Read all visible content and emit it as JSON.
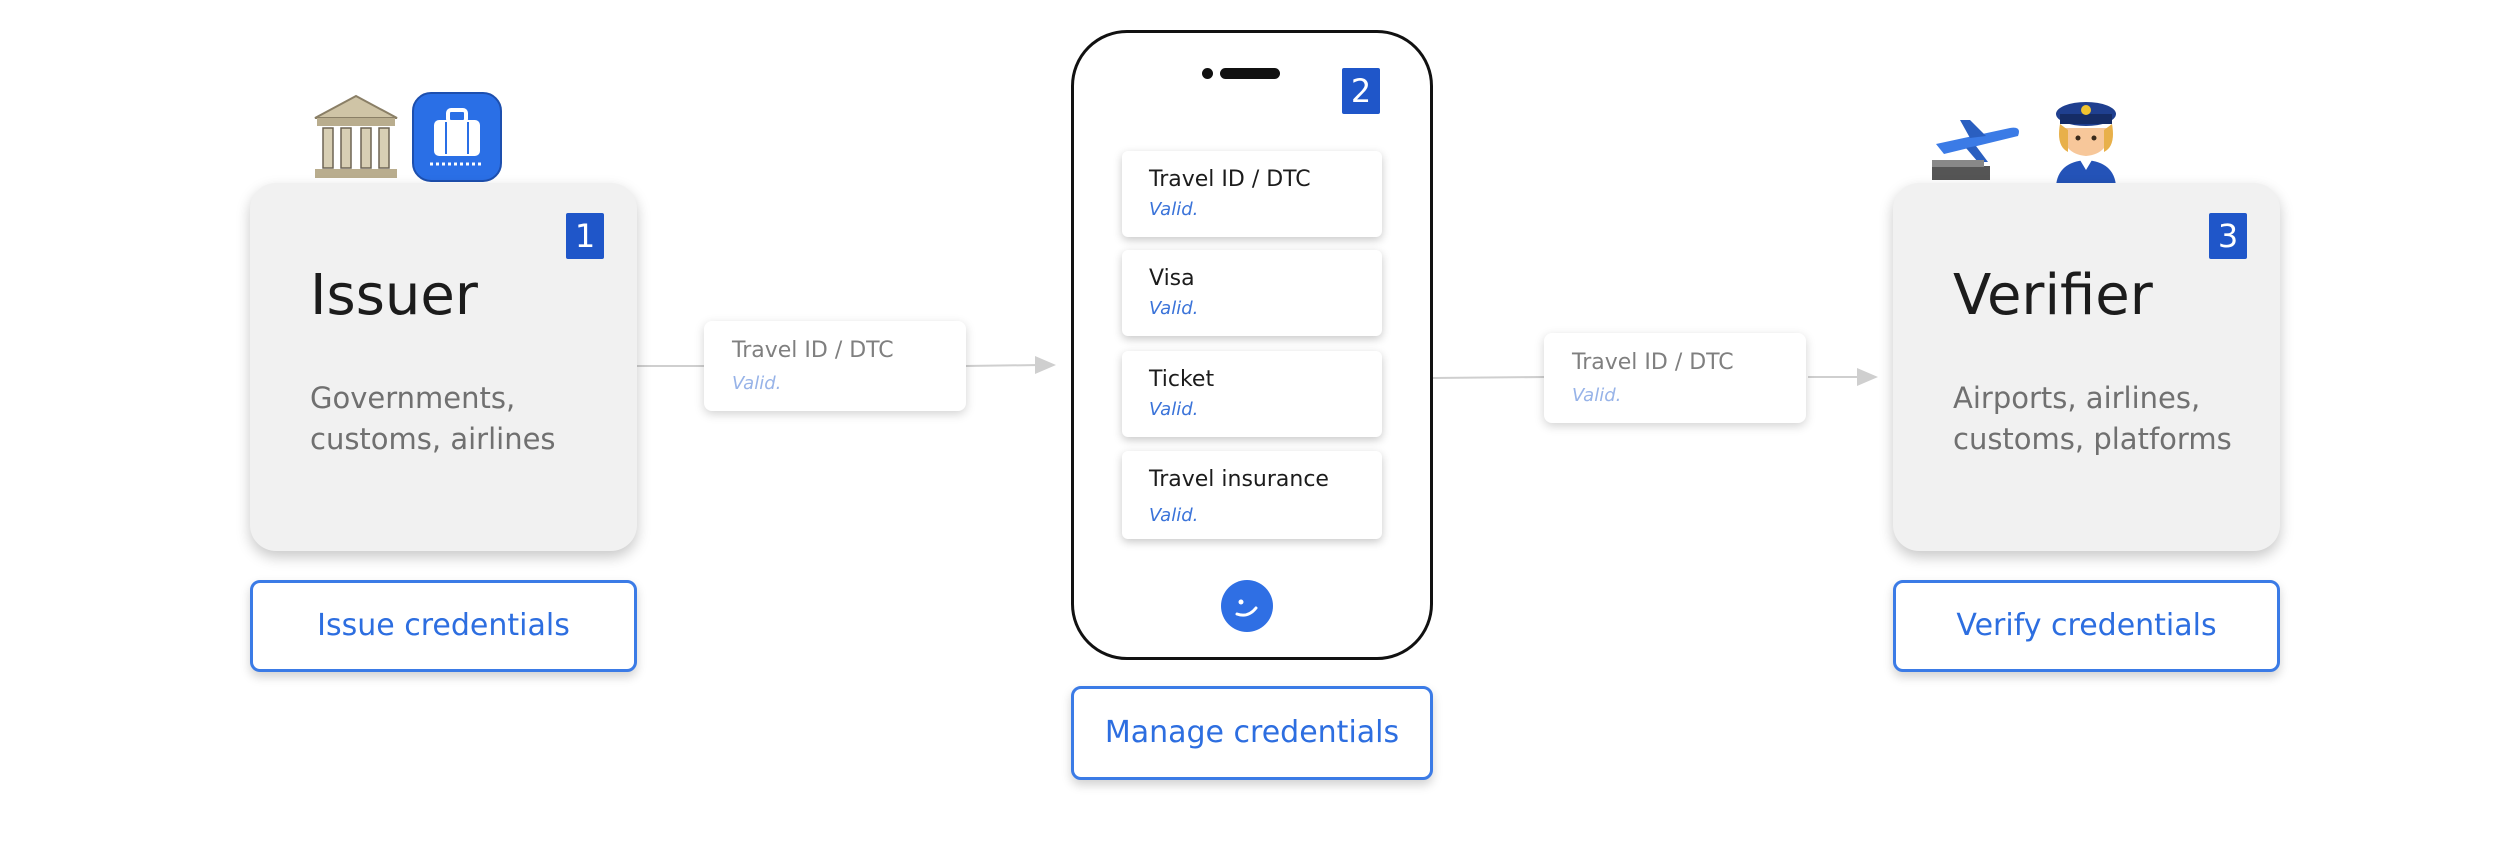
{
  "issuer": {
    "number": "1",
    "title": "Issuer",
    "description": "Governments, customs, airlines",
    "action_label": "Issue credentials",
    "icons": [
      "government-building-icon",
      "baggage-icon"
    ]
  },
  "wallet": {
    "number": "2",
    "action_label": "Manage credentials",
    "credentials": [
      {
        "name": "Travel ID / DTC",
        "status": "Valid."
      },
      {
        "name": "Visa",
        "status": "Valid."
      },
      {
        "name": "Ticket",
        "status": "Valid."
      },
      {
        "name": "Travel insurance",
        "status": "Valid."
      }
    ]
  },
  "verifier": {
    "number": "3",
    "title": "Verifier",
    "description": "Airports, airlines, customs, platforms",
    "action_label": "Verify credentials",
    "icons": [
      "airplane-icon",
      "police-officer-icon"
    ]
  },
  "flows": {
    "issue": {
      "name": "Travel ID / DTC",
      "status": "Valid."
    },
    "present": {
      "name": "Travel ID / DTC",
      "status": "Valid."
    }
  },
  "colors": {
    "accent": "#1f56c9",
    "button_border": "#3b7be6",
    "button_text": "#2d6ee0",
    "card_bg": "#f1f1f1"
  }
}
